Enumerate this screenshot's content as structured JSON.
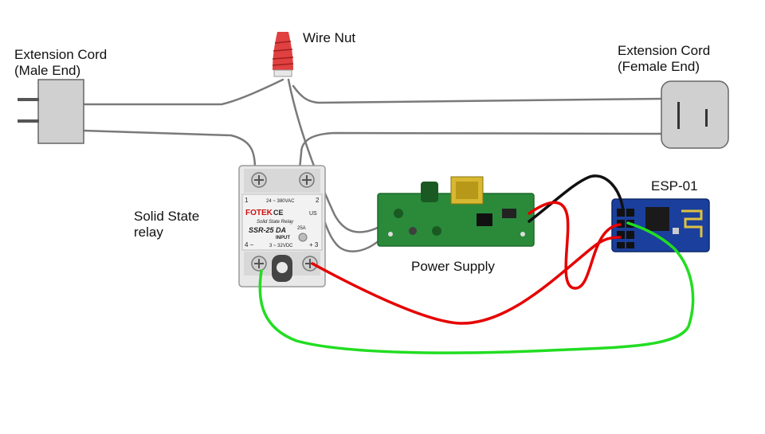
{
  "labels": {
    "male_cord_line1": "Extension Cord",
    "male_cord_line2": "(Male End)",
    "female_cord_line1": "Extension Cord",
    "female_cord_line2": "(Female End)",
    "wire_nut": "Wire Nut",
    "relay_line1": "Solid State",
    "relay_line2": "relay",
    "power_supply": "Power Supply",
    "esp": "ESP-01"
  },
  "relay_print": {
    "brand": "FOTEK",
    "name": "Solid State Relay",
    "model": "SSR-25 DA",
    "voltage_ac": "24 ~ 380VAC",
    "input": "INPUT",
    "input_range": "3 ~ 32VDC",
    "current": "25A",
    "cert": "CE",
    "ul": "US",
    "term1": "1",
    "term2": "2",
    "term3": "+ 3",
    "term4": "4  −"
  },
  "colors": {
    "wire_gray": "#7a7a7a",
    "wire_red": "#e60000",
    "wire_black": "#111111",
    "wire_green": "#22dd22",
    "wire_nut": "#e04040",
    "pcb_green": "#2a8a3a",
    "esp_blue": "#1a3f9c"
  }
}
